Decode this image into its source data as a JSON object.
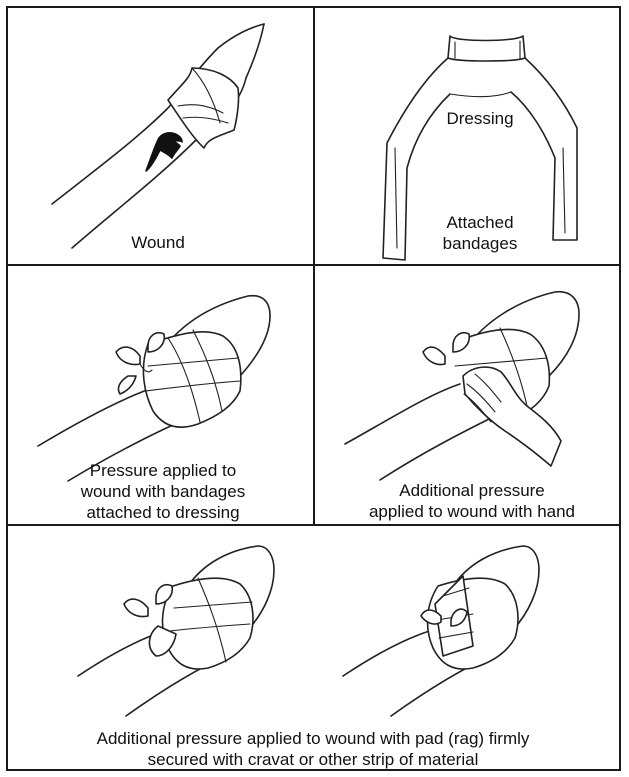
{
  "panels": {
    "wound": {
      "caption": "Wound"
    },
    "dressing": {
      "label_dressing": "Dressing",
      "label_bandages": "Attached\nbandages"
    },
    "pressure_bandages": {
      "caption": "Pressure applied to\nwound with bandages\nattached to dressing"
    },
    "pressure_hand": {
      "caption": "Additional pressure\napplied to wound with hand"
    },
    "pad_cravat": {
      "caption": "Additional pressure applied to wound with pad (rag) firmly\nsecured with cravat or other strip of material"
    }
  }
}
